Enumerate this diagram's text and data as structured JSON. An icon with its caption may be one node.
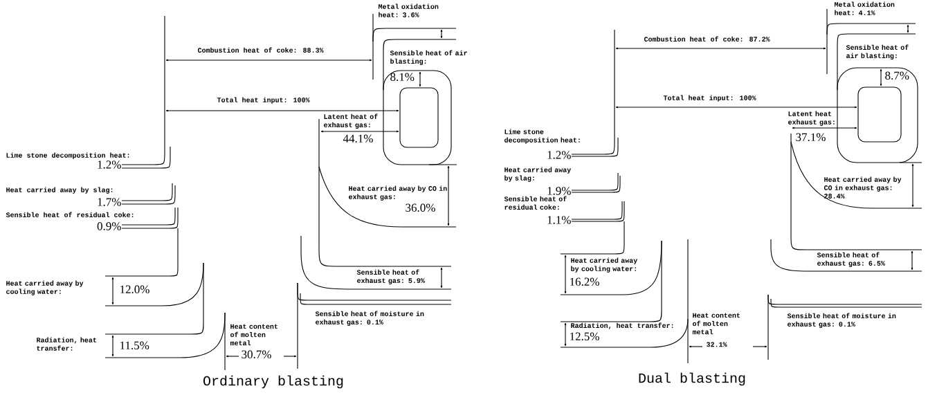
{
  "diagram": {
    "labels": [
      "Metal oxidation heat: 3.6%",
      "Combustion heat of coke: 88.3%",
      "Sensible heat of air blasting:",
      "8.1%",
      "Total heat input: 100%",
      "Latent heat of exhaust gas:",
      "44.1%",
      "Lime stone decomposition heat:",
      "1.2%",
      "Heat carried away by CO in exhaust gas:",
      "36.0%",
      "Heat carried away by slag:",
      "1.7%",
      "Sensible heat of residual coke:",
      "0.9%",
      "Sensible heat of exhaust gas: 5.9%",
      "Heat carried away by cooling water:",
      "12.0%",
      "Sensible heat of moisture in exhaust gas: 0.1%",
      "Radiation, heat transfer:",
      "11.5%",
      "Heat content of molten metal",
      "30.7%",
      "Ordinary blasting",
      "Metal oxidation heat: 4.1%",
      "Combustion heat of coke: 87.2%",
      "Sensible heat of air blasting:",
      "8.7%",
      "Total heat input: 100%",
      "Latent heat exhaust gas:",
      "37.1%",
      "Lime stone decomposition heat:",
      "1.2%",
      "Heat carried away by slag:",
      "Heat carried away by CO in exhaust gas: 28.4%",
      "1.9%",
      "Sensible heat of residual coke:",
      "1.1%",
      "Sensible heat of exhaust gas: 6.5%",
      "Heat carried away by cooling water:",
      "16.2%",
      "Radiation, heat transfer:",
      "12.5%",
      "Heat content of molten metal",
      "32.1%",
      "Sensible heat of moisture in exhaust gas: 0.1%",
      "Dual blasting"
    ]
  }
}
